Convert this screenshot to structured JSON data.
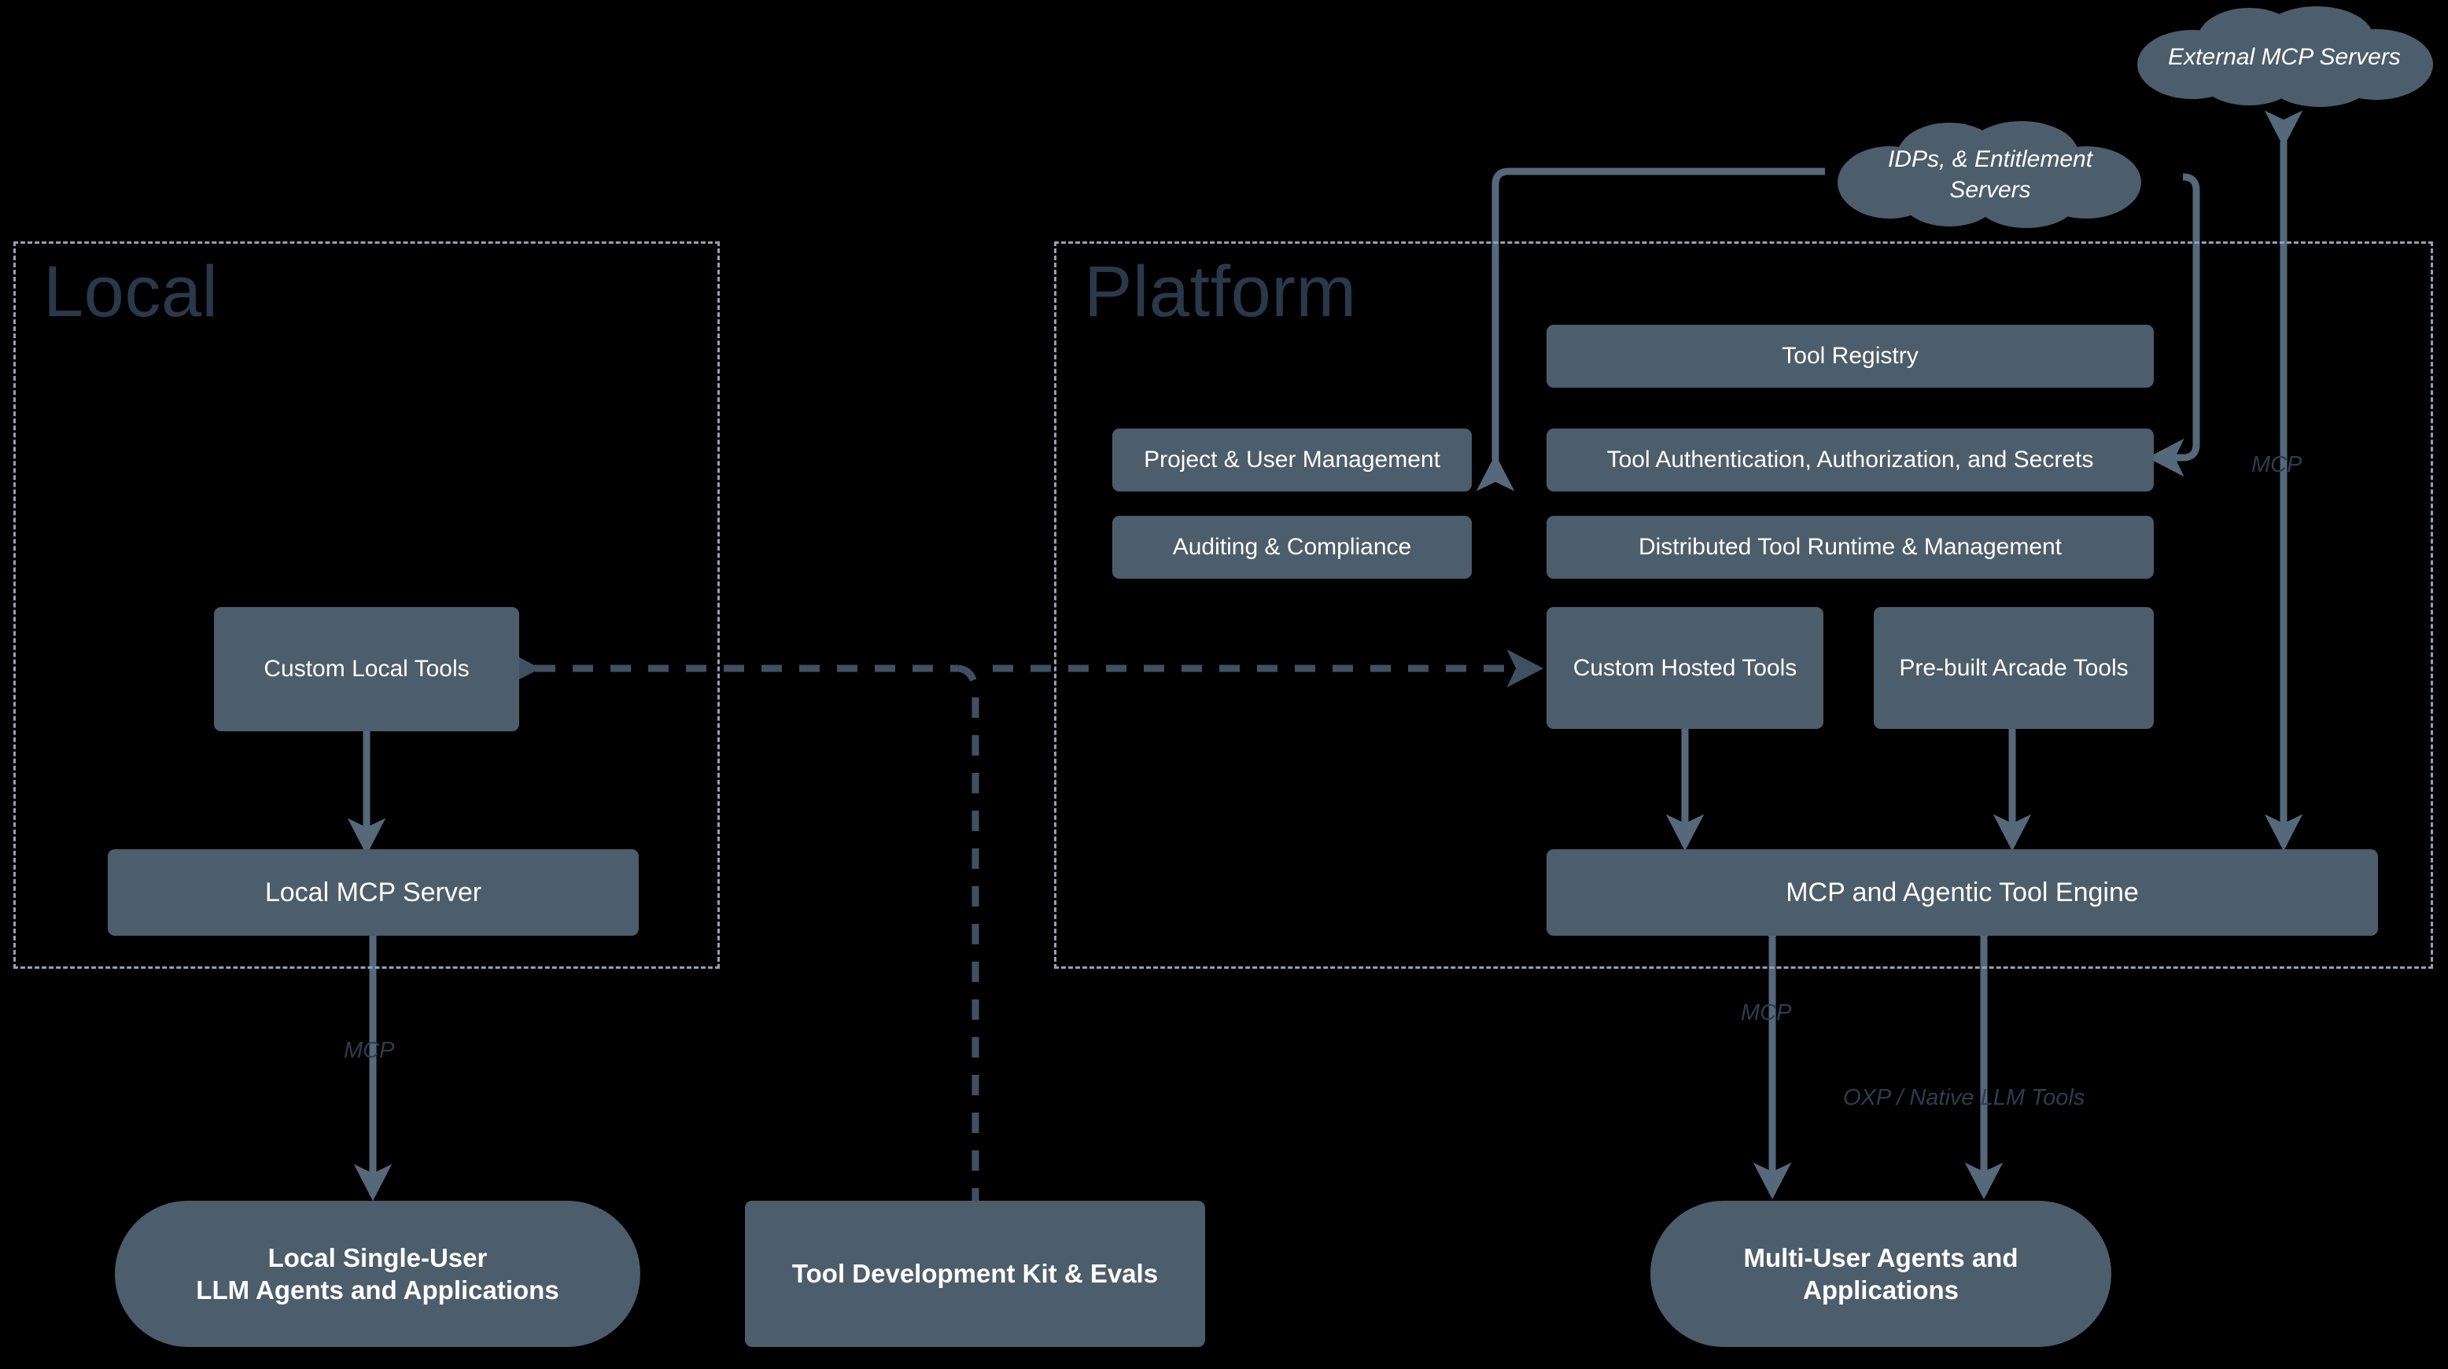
{
  "palette": {
    "background": "#000000",
    "node_fill": "#4c5d6b",
    "node_text": "#ffffff",
    "zone_border": "#93a2b3",
    "zone_title": "#29394a",
    "connector": "#55697a",
    "dashed_connector": "#3f5161",
    "edge_label": "#2c3d4e"
  },
  "zones": [
    {
      "id": "local",
      "title": "Local"
    },
    {
      "id": "platform",
      "title": "Platform"
    }
  ],
  "clouds": [
    {
      "id": "external-mcp-servers",
      "lines": [
        "External MCP Servers"
      ]
    },
    {
      "id": "idps-entitlement-servers",
      "lines": [
        "IDPs, & Entitlement",
        "Servers"
      ]
    }
  ],
  "local_nodes": [
    {
      "id": "custom-local-tools",
      "label": "Custom Local Tools"
    },
    {
      "id": "local-mcp-server",
      "label": "Local MCP Server"
    }
  ],
  "platform_nodes": [
    {
      "id": "project-user-management",
      "label": "Project & User Management"
    },
    {
      "id": "auditing-compliance",
      "label": "Auditing & Compliance"
    },
    {
      "id": "tool-registry",
      "label": "Tool Registry"
    },
    {
      "id": "tool-auth",
      "label": "Tool Authentication, Authorization, and Secrets"
    },
    {
      "id": "distributed-tool-runtime",
      "label": "Distributed Tool Runtime & Management"
    },
    {
      "id": "custom-hosted-tools",
      "label": "Custom Hosted Tools"
    },
    {
      "id": "prebuilt-arcade-tools",
      "label": "Pre-built Arcade Tools"
    },
    {
      "id": "mcp-agentic-tool-engine",
      "label": "MCP and Agentic Tool Engine"
    }
  ],
  "consumer_nodes": [
    {
      "id": "local-single-user-agents",
      "lines": [
        "Local Single-User",
        "LLM Agents and Applications"
      ]
    },
    {
      "id": "tool-development-kit",
      "lines": [
        "Tool Development Kit & Evals"
      ]
    },
    {
      "id": "multi-user-agents",
      "lines": [
        "Multi-User Agents and",
        "Applications"
      ]
    }
  ],
  "edge_labels": [
    {
      "id": "local-mcp-label",
      "text": "MCP"
    },
    {
      "id": "platform-mcp-label",
      "text": "MCP"
    },
    {
      "id": "oxp-native-llm-tools-label",
      "text": "OXP / Native LLM Tools"
    },
    {
      "id": "external-mcp-label",
      "text": "MCP"
    }
  ]
}
